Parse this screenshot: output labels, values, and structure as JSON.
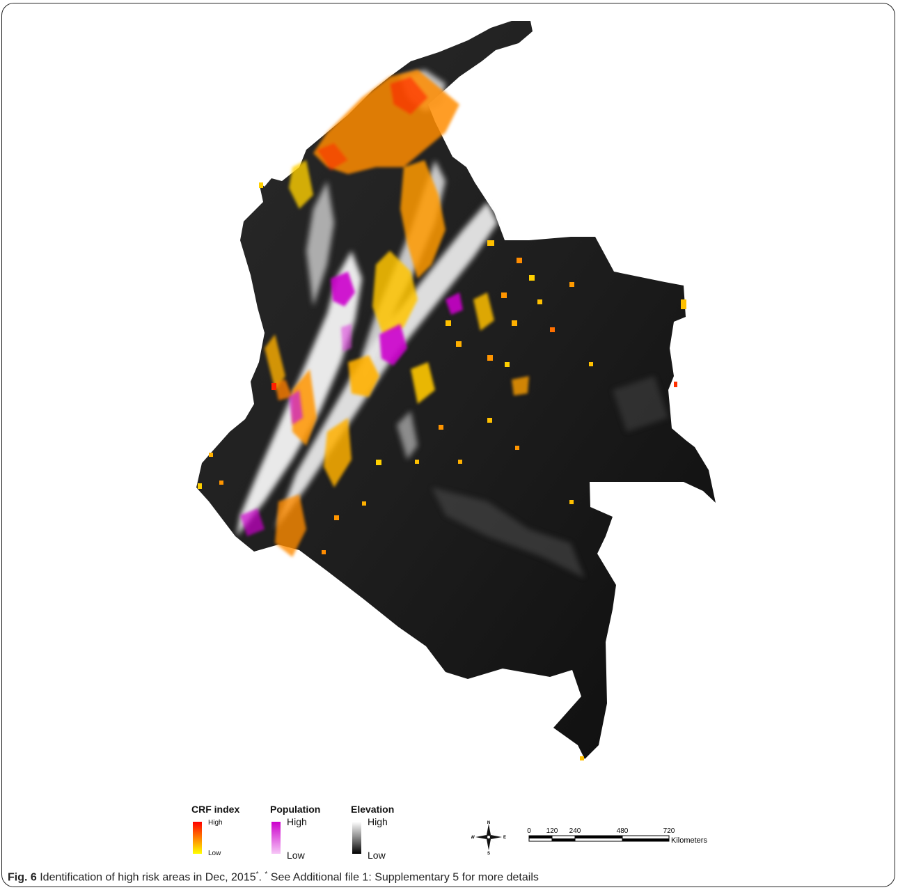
{
  "legend": {
    "crf": {
      "title": "CRF index",
      "high": "High",
      "low": "Low"
    },
    "population": {
      "title": "Population",
      "high": "High",
      "low": "Low"
    },
    "elevation": {
      "title": "Elevation",
      "high": "High",
      "low": "Low"
    }
  },
  "compass": {
    "n": "N",
    "s": "S",
    "e": "E",
    "w": "W"
  },
  "scale": {
    "ticks": [
      "0",
      "120",
      "240",
      "480",
      "720"
    ],
    "unit": "Kilometers"
  },
  "caption": {
    "label": "Fig. 6",
    "text": " Identification of high risk areas in Dec, 2015",
    "mark": "*",
    "sep": ". ",
    "mark2": "*",
    "note": " See Additional file 1: Supplementary 5 for more details"
  },
  "colors": {
    "crf_high": "#ff0000",
    "crf_mid": "#ff8c00",
    "crf_low": "#ffd700",
    "population": "#cc00cc",
    "elevation_high": "#ffffff",
    "elevation_low": "#000000"
  }
}
